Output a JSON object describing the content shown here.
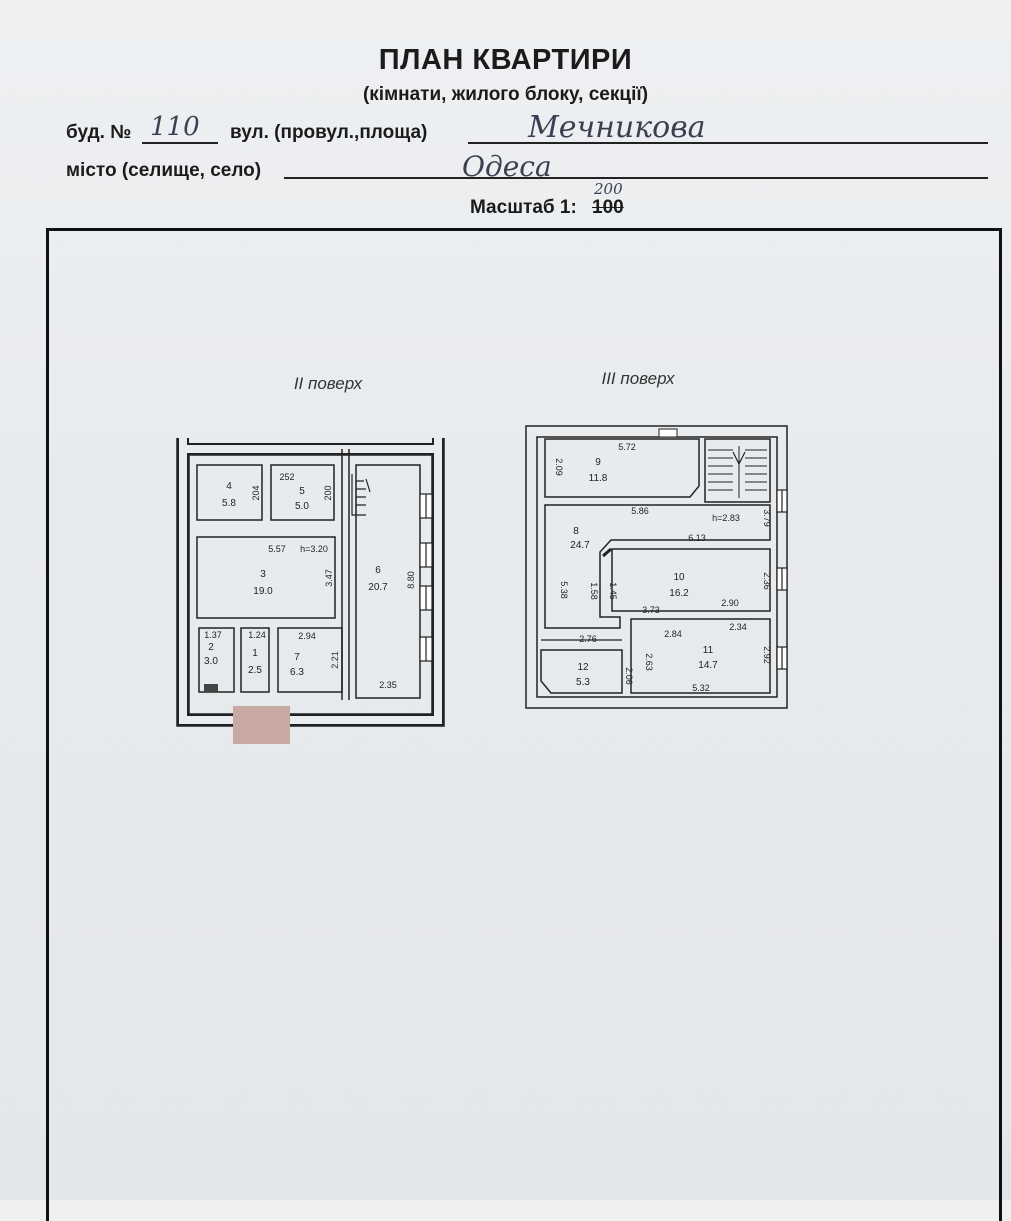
{
  "header": {
    "title": "ПЛАН КВАРТИРИ",
    "subtitle": "(кімнати, жилого блоку, секції)",
    "house_label": "буд. №",
    "house_value": "110",
    "street_label": "вул. (провул.,площа)",
    "street_value": "Мечникова",
    "city_label": "місто (селище, село)",
    "city_value": "Одеса",
    "scale_label": "Масштаб 1:",
    "scale_printed": "100",
    "scale_handwritten": "200"
  },
  "floors": [
    {
      "caption": "II поверх",
      "rooms": [
        {
          "num": "4",
          "area": "5.8"
        },
        {
          "num": "5",
          "area": "5.0"
        },
        {
          "num": "3",
          "area": "19.0"
        },
        {
          "num": "6",
          "area": "20.7"
        },
        {
          "num": "2",
          "area": "3.0"
        },
        {
          "num": "1",
          "area": "2.5"
        },
        {
          "num": "7",
          "area": "6.3"
        }
      ],
      "dimensions": [
        "252",
        "204",
        "200",
        "5.57",
        "h=3.20",
        "3.47",
        "8.80",
        "1.37",
        "1.24",
        "2.94",
        "2.21",
        "2.35"
      ]
    },
    {
      "caption": "III поверх",
      "rooms": [
        {
          "num": "9",
          "area": "11.8"
        },
        {
          "num": "8",
          "area": "24.7"
        },
        {
          "num": "10",
          "area": "16.2"
        },
        {
          "num": "11",
          "area": "14.7"
        },
        {
          "num": "12",
          "area": "5.3"
        }
      ],
      "dimensions": [
        "5.72",
        "2.09",
        "5.86",
        "h=2.83",
        "3.79",
        "6.13",
        "5.38",
        "1.58",
        "1.45",
        "3.73",
        "2.90",
        "2.36",
        "2.76",
        "2.84",
        "2.34",
        "2.63",
        "2.06",
        "2.92",
        "5.32"
      ]
    }
  ]
}
